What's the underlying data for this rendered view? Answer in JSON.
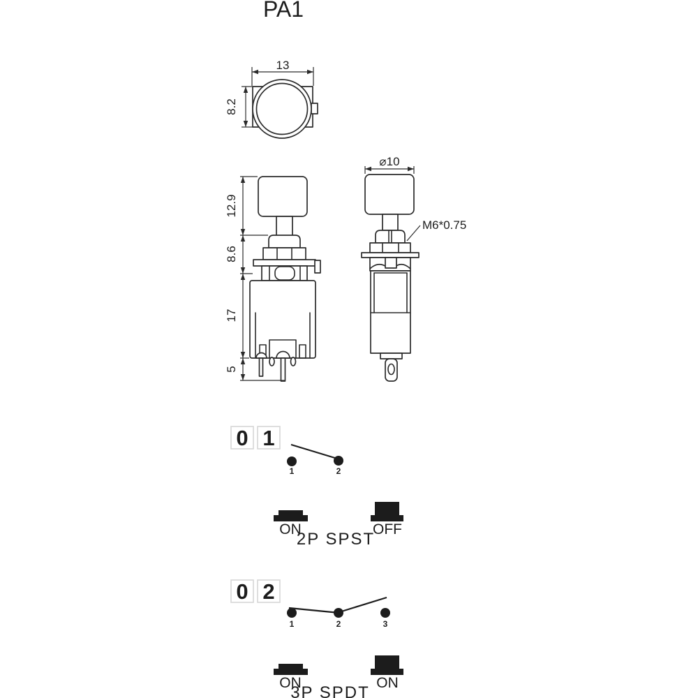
{
  "title": "PA1",
  "top_view": {
    "width": "13",
    "height": "8.2"
  },
  "front_view": {
    "cap_height": "12.9",
    "bushing_height": "8.6",
    "body_height": "17",
    "pin_length": "5"
  },
  "side_view": {
    "cap_diameter": "⌀10",
    "thread": "M6*0.75"
  },
  "spst": {
    "digits": [
      "0",
      "1"
    ],
    "terminals": [
      "1",
      "2"
    ],
    "pressed": "ON",
    "released": "OFF",
    "caption": "2P SPST"
  },
  "spdt": {
    "digits": [
      "0",
      "2"
    ],
    "terminals": [
      "1",
      "2",
      "3"
    ],
    "pressed": "ON",
    "released": "ON",
    "caption": "3P SPDT"
  },
  "colors": {
    "ink": "#2b2b2b",
    "schematic_box_border": "#d6d6d6",
    "background": "#ffffff"
  }
}
